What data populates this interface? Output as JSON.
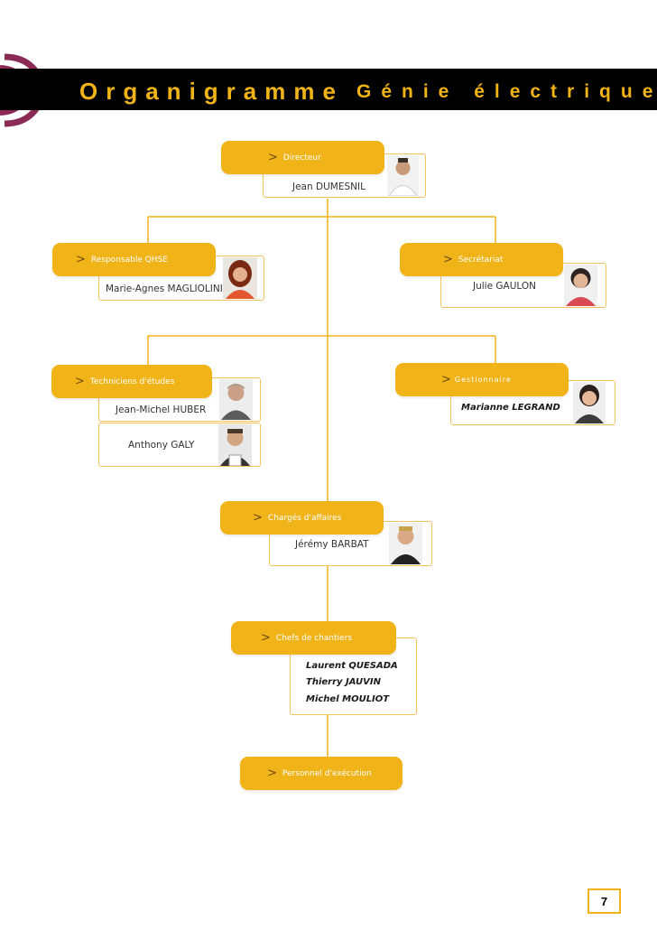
{
  "header": {
    "title_main": "Organigramme",
    "title_sub": "Génie électrique",
    "title_color": "#f0b318",
    "bar_color": "#000000",
    "logo_color": "#8a2a55"
  },
  "accent_color": "#f0b318",
  "org": {
    "directeur": {
      "role": "Directeur",
      "name": "Jean DUMESNIL"
    },
    "qhse": {
      "role": "Responsable QHSE",
      "name": "Marie-Agnes MAGLIOLINI"
    },
    "secretariat": {
      "role": "Secrétariat",
      "name": "Julie GAULON"
    },
    "techniciens": {
      "role": "Techniciens d'études",
      "names": [
        "Jean-Michel HUBER",
        "Anthony GALY"
      ]
    },
    "gestionnaire": {
      "role": "Gestionnaire",
      "name": "Marianne LEGRAND"
    },
    "charges": {
      "role": "Chargés d'affaires",
      "name": "Jérémy BARBAT"
    },
    "chefs": {
      "role": "Chefs de chantiers",
      "names": [
        "Laurent QUESADA",
        "Thierry JAUVIN",
        "Michel MOULIOT"
      ]
    },
    "personnel": {
      "role": "Personnel d'exécution"
    }
  },
  "page_number": "7"
}
